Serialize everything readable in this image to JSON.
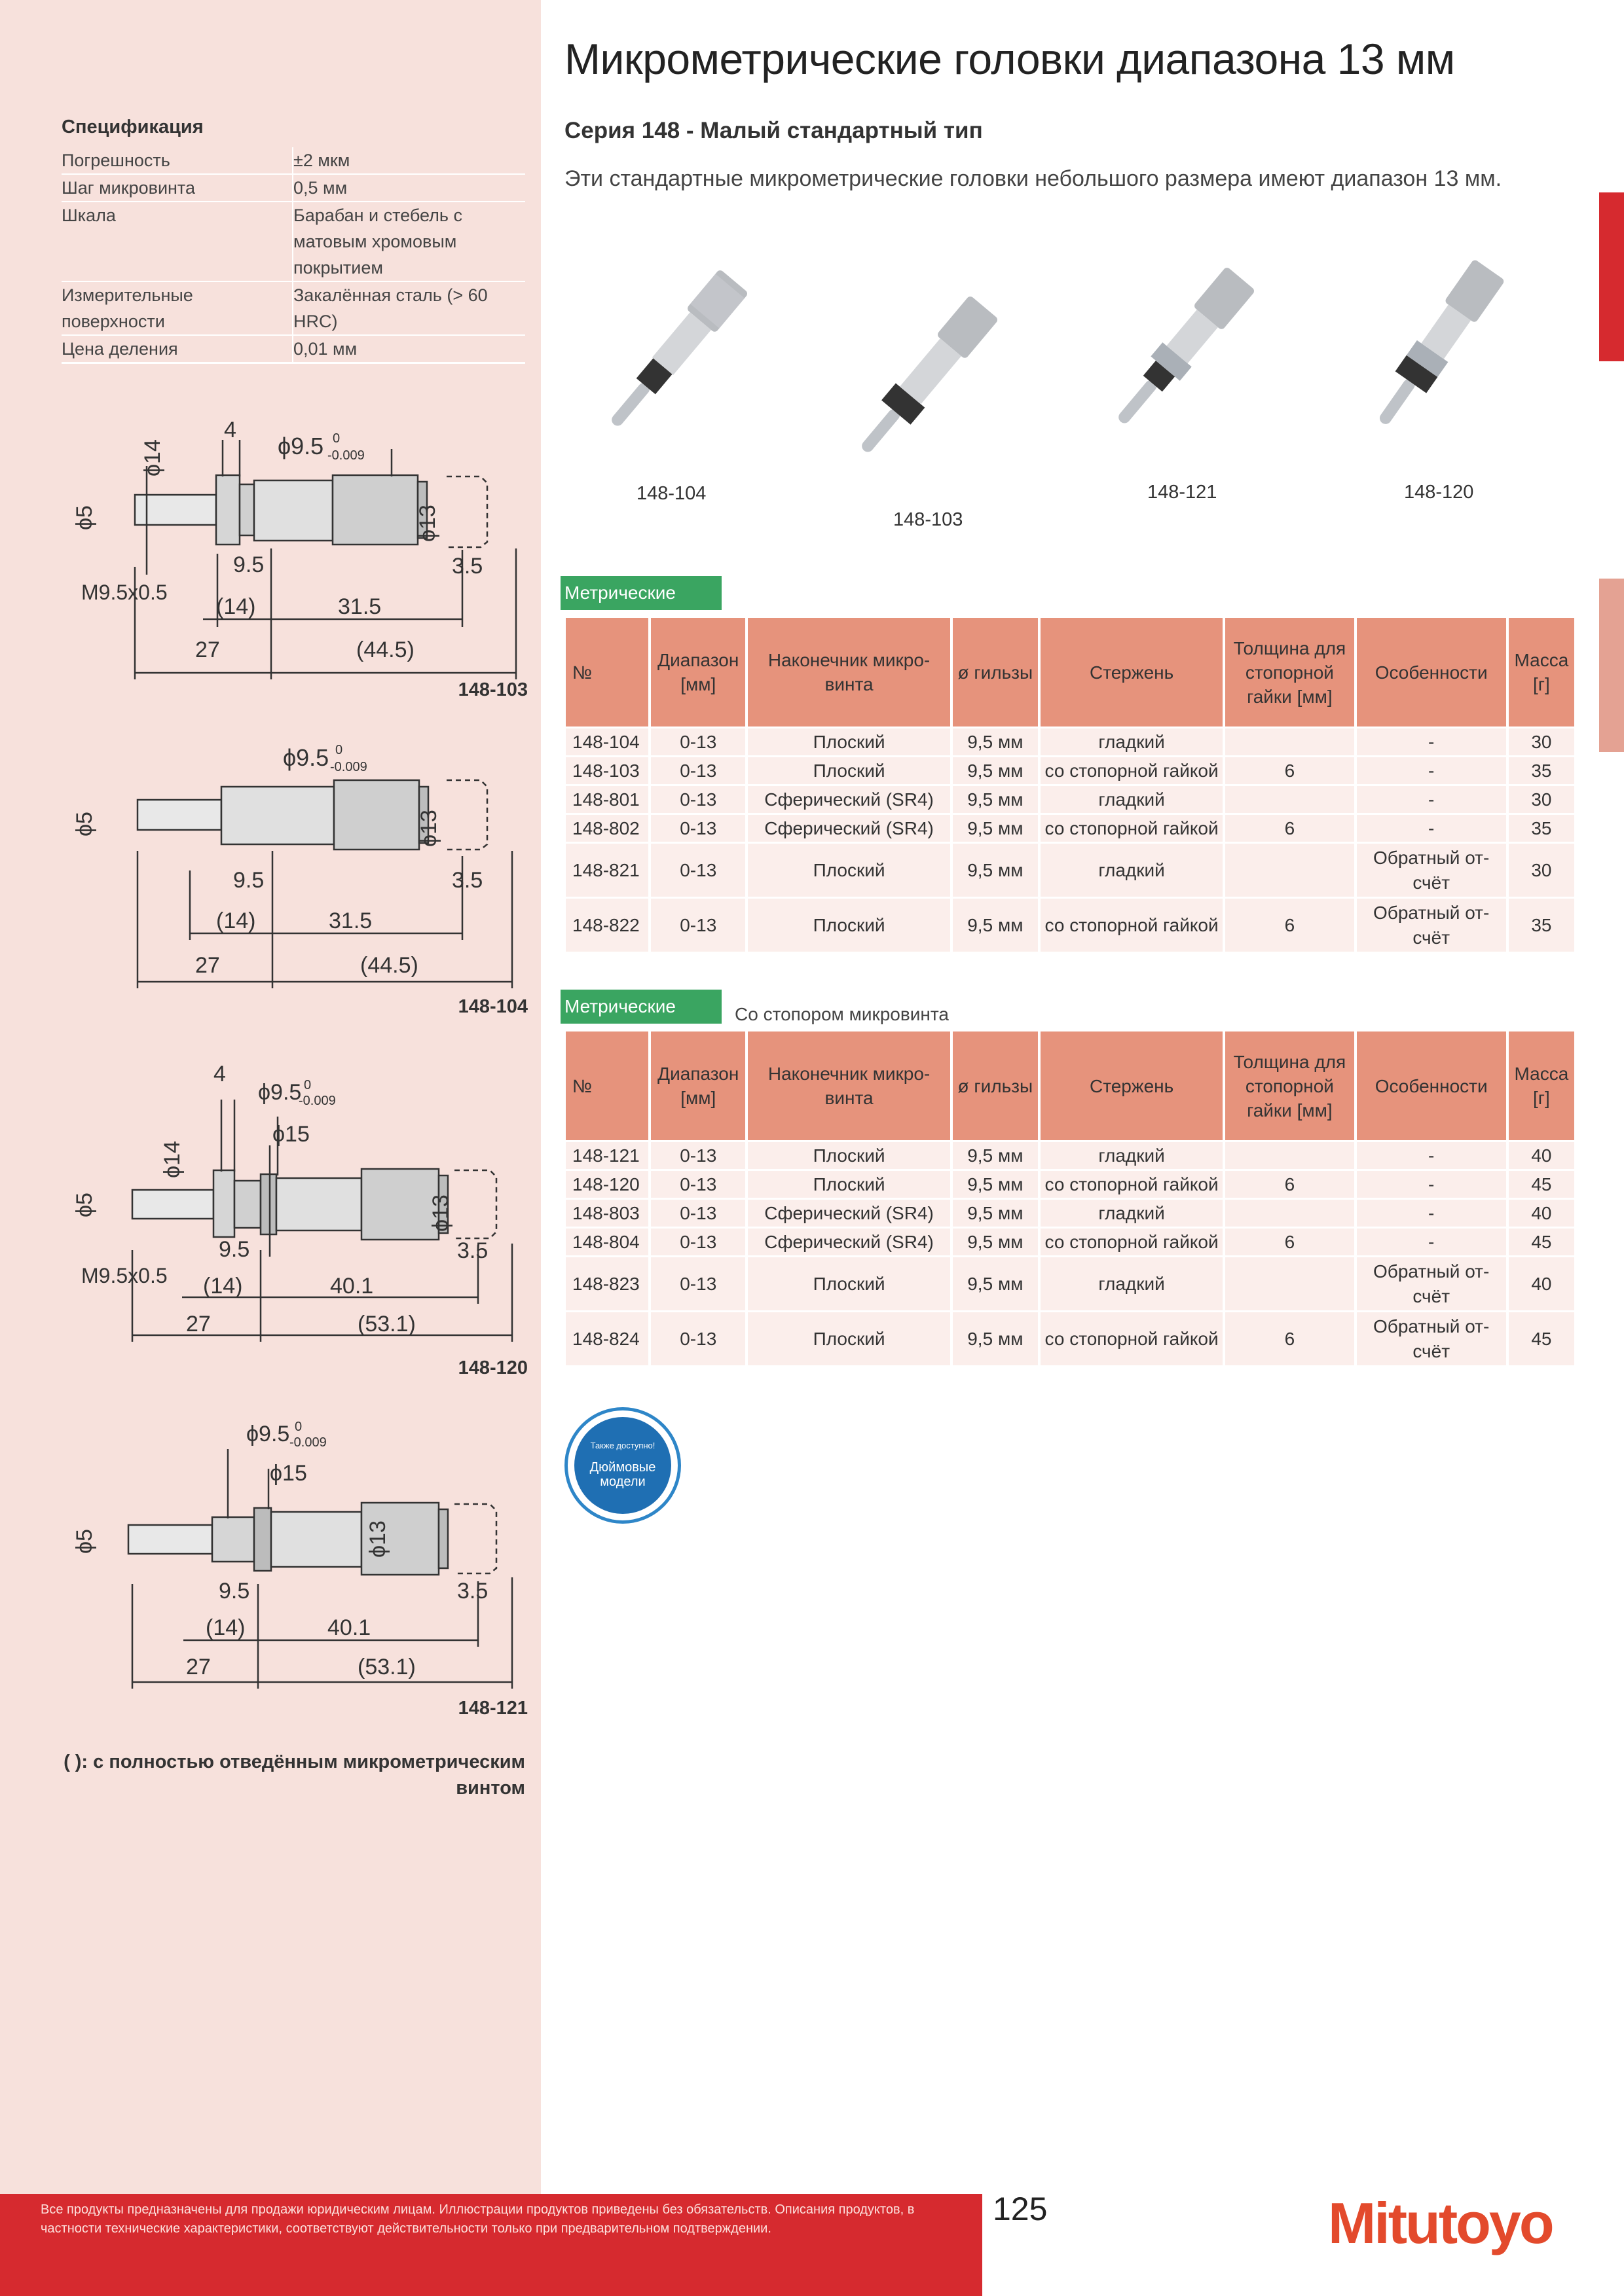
{
  "title": "Микрометрические головки диапазона 13 мм",
  "series": "Серия 148 - Малый стандартный тип",
  "intro": "Эти стандартные микрометрические головки небольшого размера имеют диапазон 13 мм.",
  "spec": {
    "heading": "Спецификация",
    "rows": [
      {
        "k": "Погрешность",
        "v": "±2 мкм"
      },
      {
        "k": "Шаг микровинта",
        "v": "0,5 мм"
      },
      {
        "k": "Шкала",
        "v": "Барабан и стебель с матовым хромовым покрытием"
      },
      {
        "k": "Измерительные поверхности",
        "v": "Закалённая сталь (> 60 HRC)"
      },
      {
        "k": "Цена деления",
        "v": "0,01 мм"
      }
    ]
  },
  "drawings": [
    {
      "label": "148-103",
      "dims": {
        "d_tube": "ϕ9.5",
        "tol_up": "0",
        "tol_dn": "-0.009",
        "d_nut": "ϕ14",
        "nut_w": "4",
        "d_spindle": "ϕ5",
        "d_thimble": "ϕ13",
        "thread": "M9.5x0.5",
        "a": "9.5",
        "b": "(14)",
        "c": "31.5",
        "d": "3.5",
        "e": "27",
        "f": "(44.5)"
      }
    },
    {
      "label": "148-104",
      "dims": {
        "d_tube": "ϕ9.5",
        "tol_up": "0",
        "tol_dn": "-0.009",
        "d_spindle": "ϕ5",
        "d_thimble": "ϕ13",
        "a": "9.5",
        "b": "(14)",
        "c": "31.5",
        "d": "3.5",
        "e": "27",
        "f": "(44.5)"
      }
    },
    {
      "label": "148-120",
      "dims": {
        "d_tube": "ϕ9.5",
        "tol_up": "0",
        "tol_dn": "-0.009",
        "d_nut": "ϕ14",
        "nut_w": "4",
        "d_clamp": "ϕ15",
        "d_spindle": "ϕ5",
        "d_thimble": "ϕ13",
        "thread": "M9.5x0.5",
        "a": "9.5",
        "b": "(14)",
        "c": "40.1",
        "d": "3.5",
        "e": "27",
        "f": "(53.1)"
      }
    },
    {
      "label": "148-121",
      "dims": {
        "d_tube": "ϕ9.5",
        "tol_up": "0",
        "tol_dn": "-0.009",
        "d_clamp": "ϕ15",
        "d_spindle": "ϕ5",
        "d_thimble": "ϕ13",
        "a": "9.5",
        "b": "(14)",
        "c": "40.1",
        "d": "3.5",
        "e": "27",
        "f": "(53.1)"
      }
    }
  ],
  "footnote": "( ): с полностью отведённым микрометрическим винтом",
  "photos": [
    "148-104",
    "148-103",
    "148-121",
    "148-120"
  ],
  "table1": {
    "tag": "Метрические",
    "note": "",
    "headers": [
      "№",
      "Диапазон [мм]",
      "Наконечник микро-винта",
      "ø гильзы",
      "Стержень",
      "Толщина для стопорной гайки [мм]",
      "Особенности",
      "Масса [г]"
    ],
    "rows": [
      [
        "148-104",
        "0-13",
        "Плоский",
        "9,5 мм",
        "гладкий",
        "",
        "-",
        "30"
      ],
      [
        "148-103",
        "0-13",
        "Плоский",
        "9,5 мм",
        "со стопорной гайкой",
        "6",
        "-",
        "35"
      ],
      [
        "148-801",
        "0-13",
        "Сферический (SR4)",
        "9,5 мм",
        "гладкий",
        "",
        "-",
        "30"
      ],
      [
        "148-802",
        "0-13",
        "Сферический (SR4)",
        "9,5 мм",
        "со стопорной гайкой",
        "6",
        "-",
        "35"
      ],
      [
        "148-821",
        "0-13",
        "Плоский",
        "9,5 мм",
        "гладкий",
        "",
        "Обратный от-счёт",
        "30"
      ],
      [
        "148-822",
        "0-13",
        "Плоский",
        "9,5 мм",
        "со стопорной гайкой",
        "6",
        "Обратный от-счёт",
        "35"
      ]
    ]
  },
  "table2": {
    "tag": "Метрические",
    "note": "Со стопором микровинта",
    "headers": [
      "№",
      "Диапазон [мм]",
      "Наконечник микро-винта",
      "ø гильзы",
      "Стержень",
      "Толщина для стопорной гайки [мм]",
      "Особенности",
      "Масса [г]"
    ],
    "rows": [
      [
        "148-121",
        "0-13",
        "Плоский",
        "9,5 мм",
        "гладкий",
        "",
        "-",
        "40"
      ],
      [
        "148-120",
        "0-13",
        "Плоский",
        "9,5 мм",
        "со стопорной гайкой",
        "6",
        "-",
        "45"
      ],
      [
        "148-803",
        "0-13",
        "Сферический (SR4)",
        "9,5 мм",
        "гладкий",
        "",
        "-",
        "40"
      ],
      [
        "148-804",
        "0-13",
        "Сферический (SR4)",
        "9,5 мм",
        "со стопорной гайкой",
        "6",
        "-",
        "45"
      ],
      [
        "148-823",
        "0-13",
        "Плоский",
        "9,5 мм",
        "гладкий",
        "",
        "Обратный от-счёт",
        "40"
      ],
      [
        "148-824",
        "0-13",
        "Плоский",
        "9,5 мм",
        "со стопорной гайкой",
        "6",
        "Обратный от-счёт",
        "45"
      ]
    ]
  },
  "badge": {
    "top": "Также доступно!",
    "main": "Дюймовые модели"
  },
  "footer": "Все продукты предназначены для продажи юридическим лицам. Иллюстрации продуктов приведены без обязательств. Описания продуктов, в частности технические характеристики, соответствуют действительности только при предварительном подтверждении.",
  "page_number": "125",
  "brand": "Mitutoyo",
  "colors": {
    "panel": "#f7e1dc",
    "header": "#e6937c",
    "tag": "#3aa561",
    "brand_red": "#d62a2f",
    "logo": "#e34a2c"
  }
}
